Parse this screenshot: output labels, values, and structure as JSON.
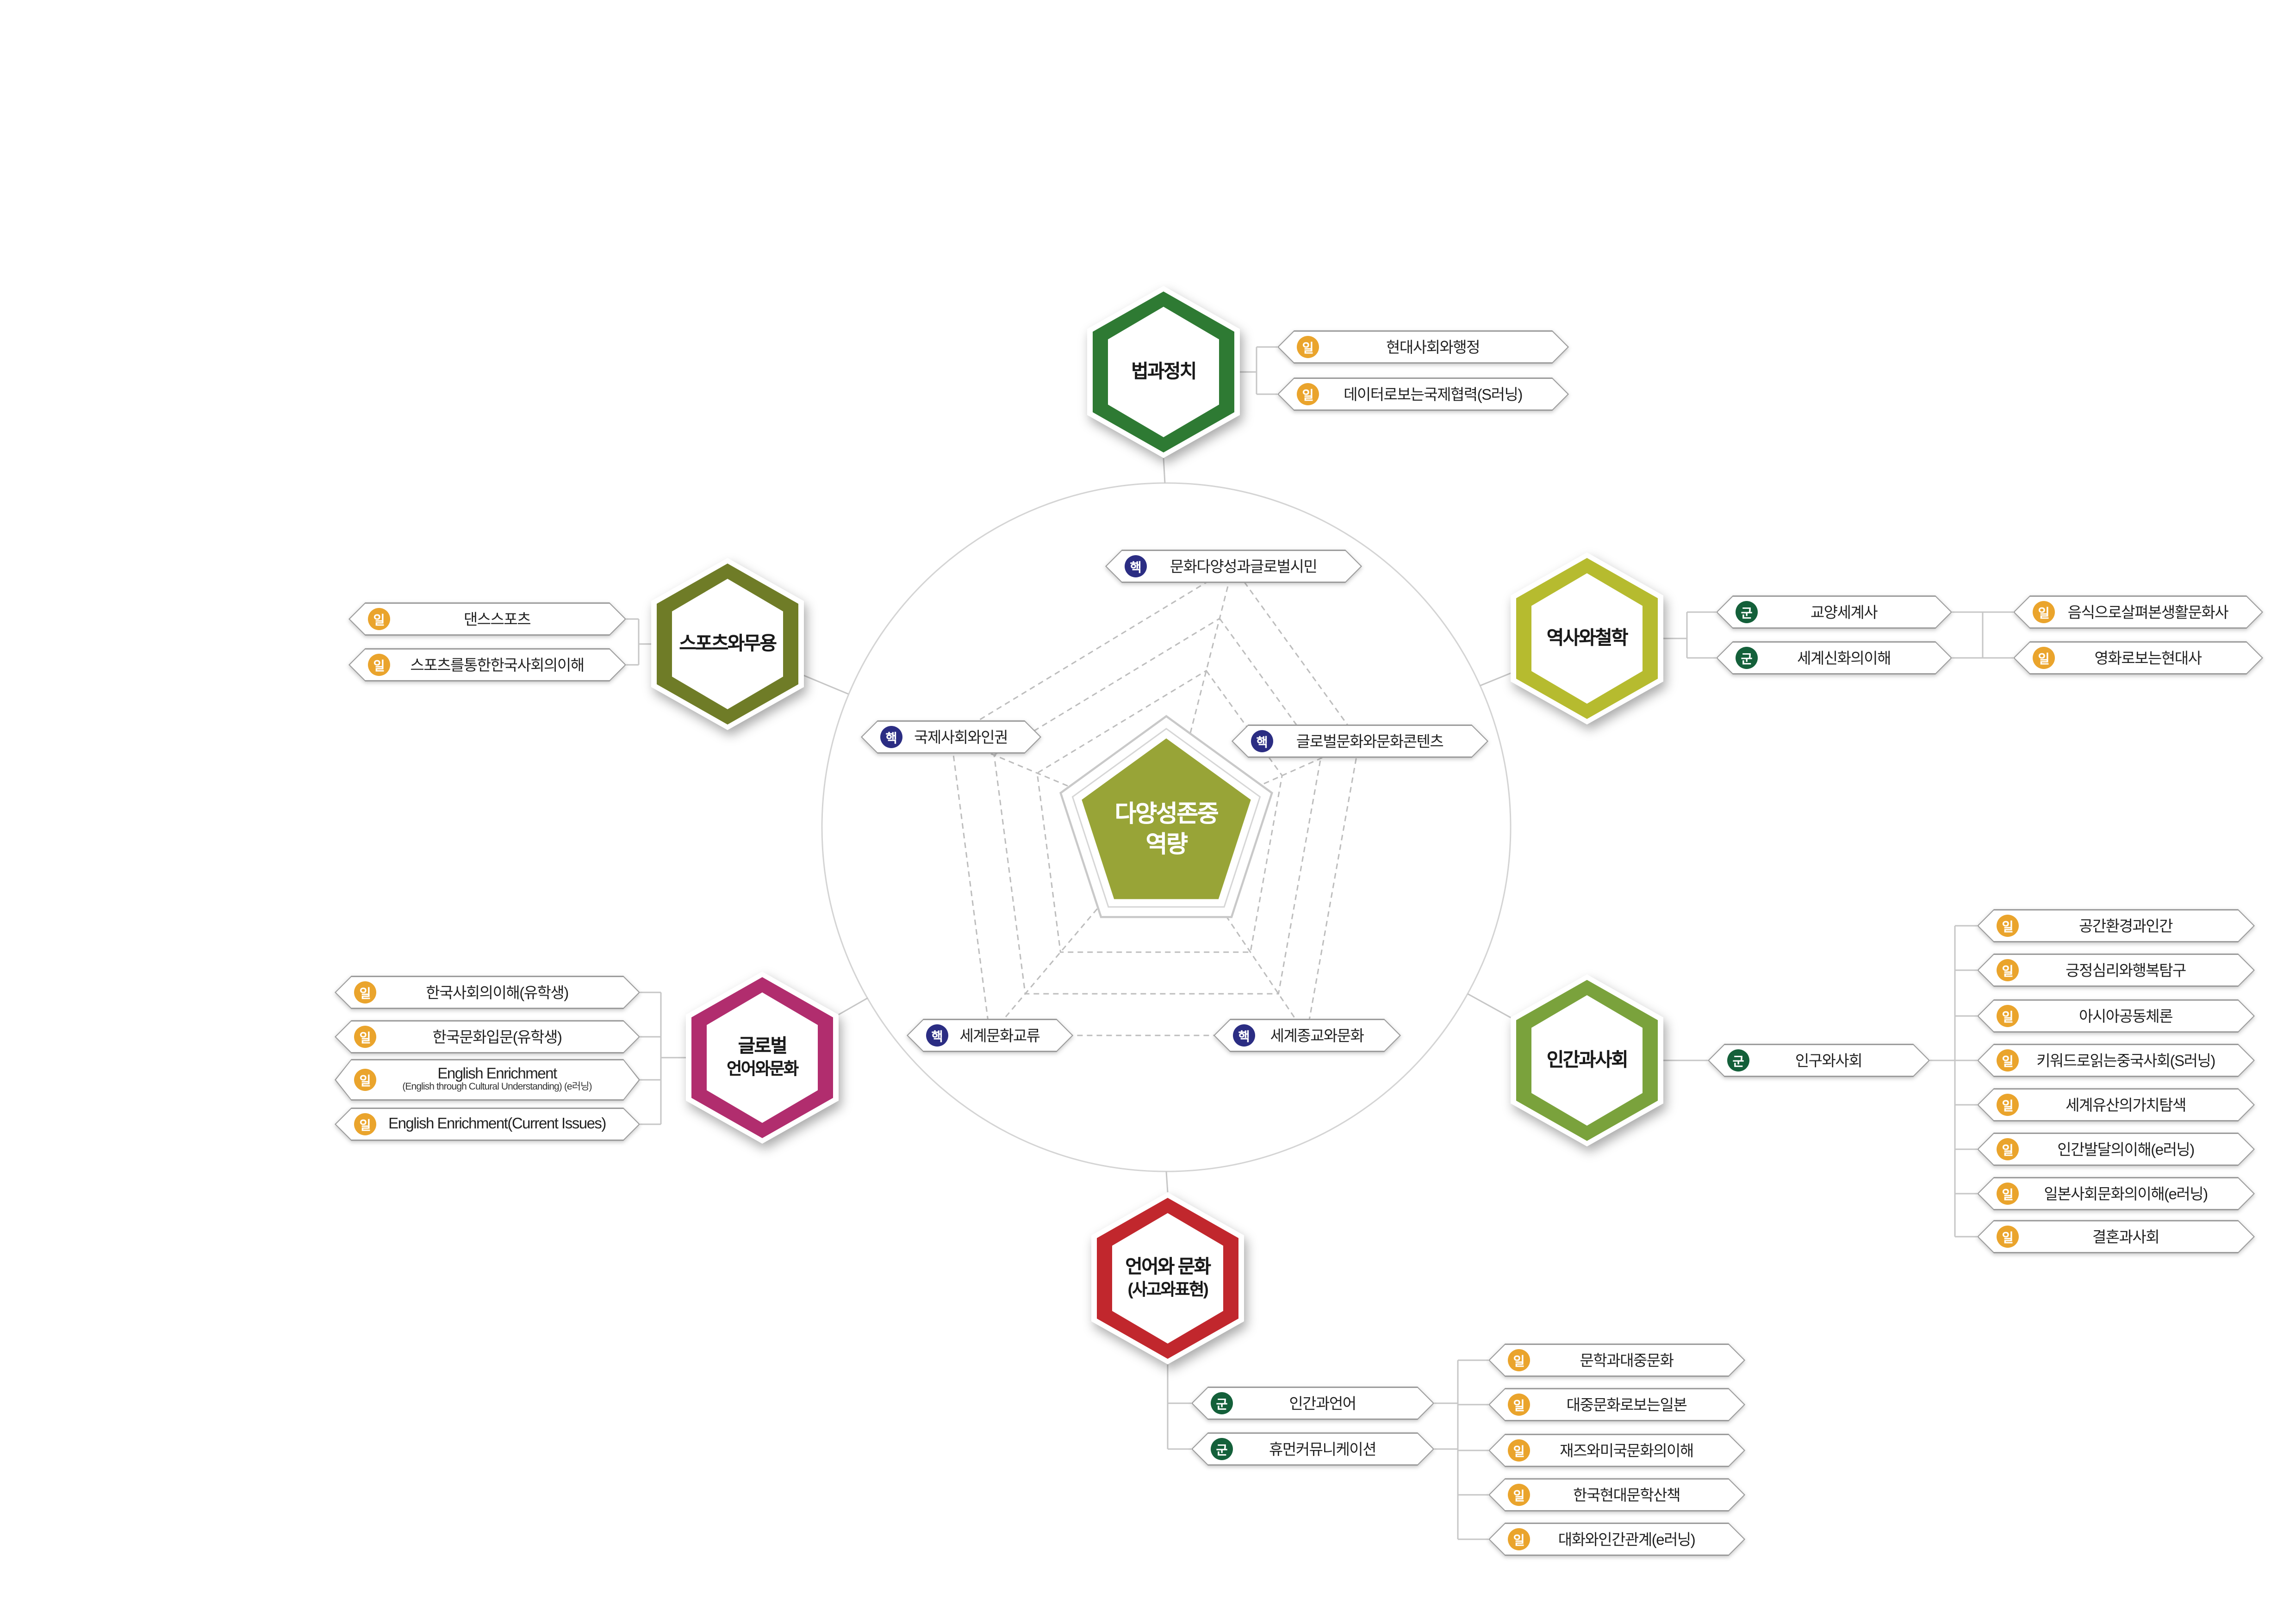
{
  "center": {
    "line1": "다양성존중",
    "line2": "역량"
  },
  "badges": {
    "core": "핵",
    "group": "군",
    "elective": "일"
  },
  "colors": {
    "law": "#2e7a33",
    "sports": "#6f7c27",
    "history": "#b6bb2f",
    "society": "#7aa23c",
    "global_lang": "#b12d6e",
    "lang_culture": "#c1272d",
    "center_pentagon": "#98a437",
    "badge_core": "#2b2d83",
    "badge_group": "#14603a",
    "badge_elective": "#eaa42c",
    "connector_line": "#c6c6c6"
  },
  "radar": {
    "nodes": [
      {
        "badge": "핵",
        "label": "문화다양성과글로벌시민"
      },
      {
        "badge": "핵",
        "label": "국제사회와인권"
      },
      {
        "badge": "핵",
        "label": "글로벌문화와문화콘텐츠"
      },
      {
        "badge": "핵",
        "label": "세계문화교류"
      },
      {
        "badge": "핵",
        "label": "세계종교와문화"
      }
    ]
  },
  "clusters": {
    "law": {
      "name": "법과정치",
      "courses": [
        {
          "badge": "일",
          "label": "현대사회와행정"
        },
        {
          "badge": "일",
          "label": "데이터로보는국제협력(S러닝)"
        }
      ]
    },
    "sports": {
      "name": "스포츠와무용",
      "courses": [
        {
          "badge": "일",
          "label": "댄스스포츠"
        },
        {
          "badge": "일",
          "label": "스포츠를통한한국사회의이해"
        }
      ]
    },
    "history": {
      "name": "역사와철학",
      "courses": [
        {
          "badge": "군",
          "label": "교양세계사"
        },
        {
          "badge": "군",
          "label": "세계신화의이해"
        }
      ],
      "sub_courses": [
        {
          "badge": "일",
          "label": "음식으로살펴본생활문화사"
        },
        {
          "badge": "일",
          "label": "영화로보는현대사"
        }
      ]
    },
    "society": {
      "name": "인간과사회",
      "courses": [
        {
          "badge": "군",
          "label": "인구와사회"
        }
      ],
      "sub_courses": [
        {
          "badge": "일",
          "label": "공간환경과인간"
        },
        {
          "badge": "일",
          "label": "긍정심리와행복탐구"
        },
        {
          "badge": "일",
          "label": "아시아공동체론"
        },
        {
          "badge": "일",
          "label": "키워드로읽는중국사회(S러닝)"
        },
        {
          "badge": "일",
          "label": "세계유산의가치탐색"
        },
        {
          "badge": "일",
          "label": "인간발달의이해(e러닝)"
        },
        {
          "badge": "일",
          "label": "일본사회문화의이해(e러닝)"
        },
        {
          "badge": "일",
          "label": "결혼과사회"
        }
      ]
    },
    "global_lang": {
      "name_line1": "글로벌",
      "name_line2": "언어와문화",
      "courses": [
        {
          "badge": "일",
          "label": "한국사회의이해(유학생)"
        },
        {
          "badge": "일",
          "label": "한국문화입문(유학생)"
        },
        {
          "badge": "일",
          "label": "English Enrichment",
          "sublabel": "(English through Cultural Understanding) (e러닝)"
        },
        {
          "badge": "일",
          "label": "English Enrichment(Current Issues)"
        }
      ]
    },
    "lang_culture": {
      "name_line1": "언어와 문화",
      "name_line2": "(사고와표현)",
      "courses": [
        {
          "badge": "군",
          "label": "인간과언어"
        },
        {
          "badge": "군",
          "label": "휴먼커뮤니케이션"
        }
      ],
      "sub_courses": [
        {
          "badge": "일",
          "label": "문학과대중문화"
        },
        {
          "badge": "일",
          "label": "대중문화로보는일본"
        },
        {
          "badge": "일",
          "label": "재즈와미국문화의이해"
        },
        {
          "badge": "일",
          "label": "한국현대문학산책"
        },
        {
          "badge": "일",
          "label": "대화와인간관계(e러닝)"
        }
      ]
    }
  }
}
